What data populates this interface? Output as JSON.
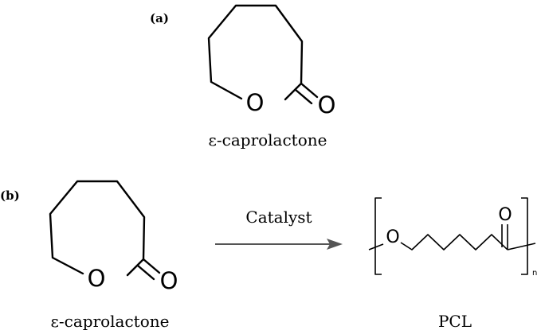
{
  "panel_a": {
    "label": "(a)",
    "ring_atom": "O",
    "carbonyl_atom": "O",
    "caption": "ε-caprolactone"
  },
  "panel_b": {
    "label": "(b)",
    "ring_atom": "O",
    "carbonyl_atom": "O",
    "caption": "ε-caprolactone",
    "arrow_label": "Catalyst",
    "product": {
      "chain_atom": "O",
      "carbonyl_atom": "O",
      "repeat_subscript": "n",
      "caption": "PCL"
    }
  }
}
